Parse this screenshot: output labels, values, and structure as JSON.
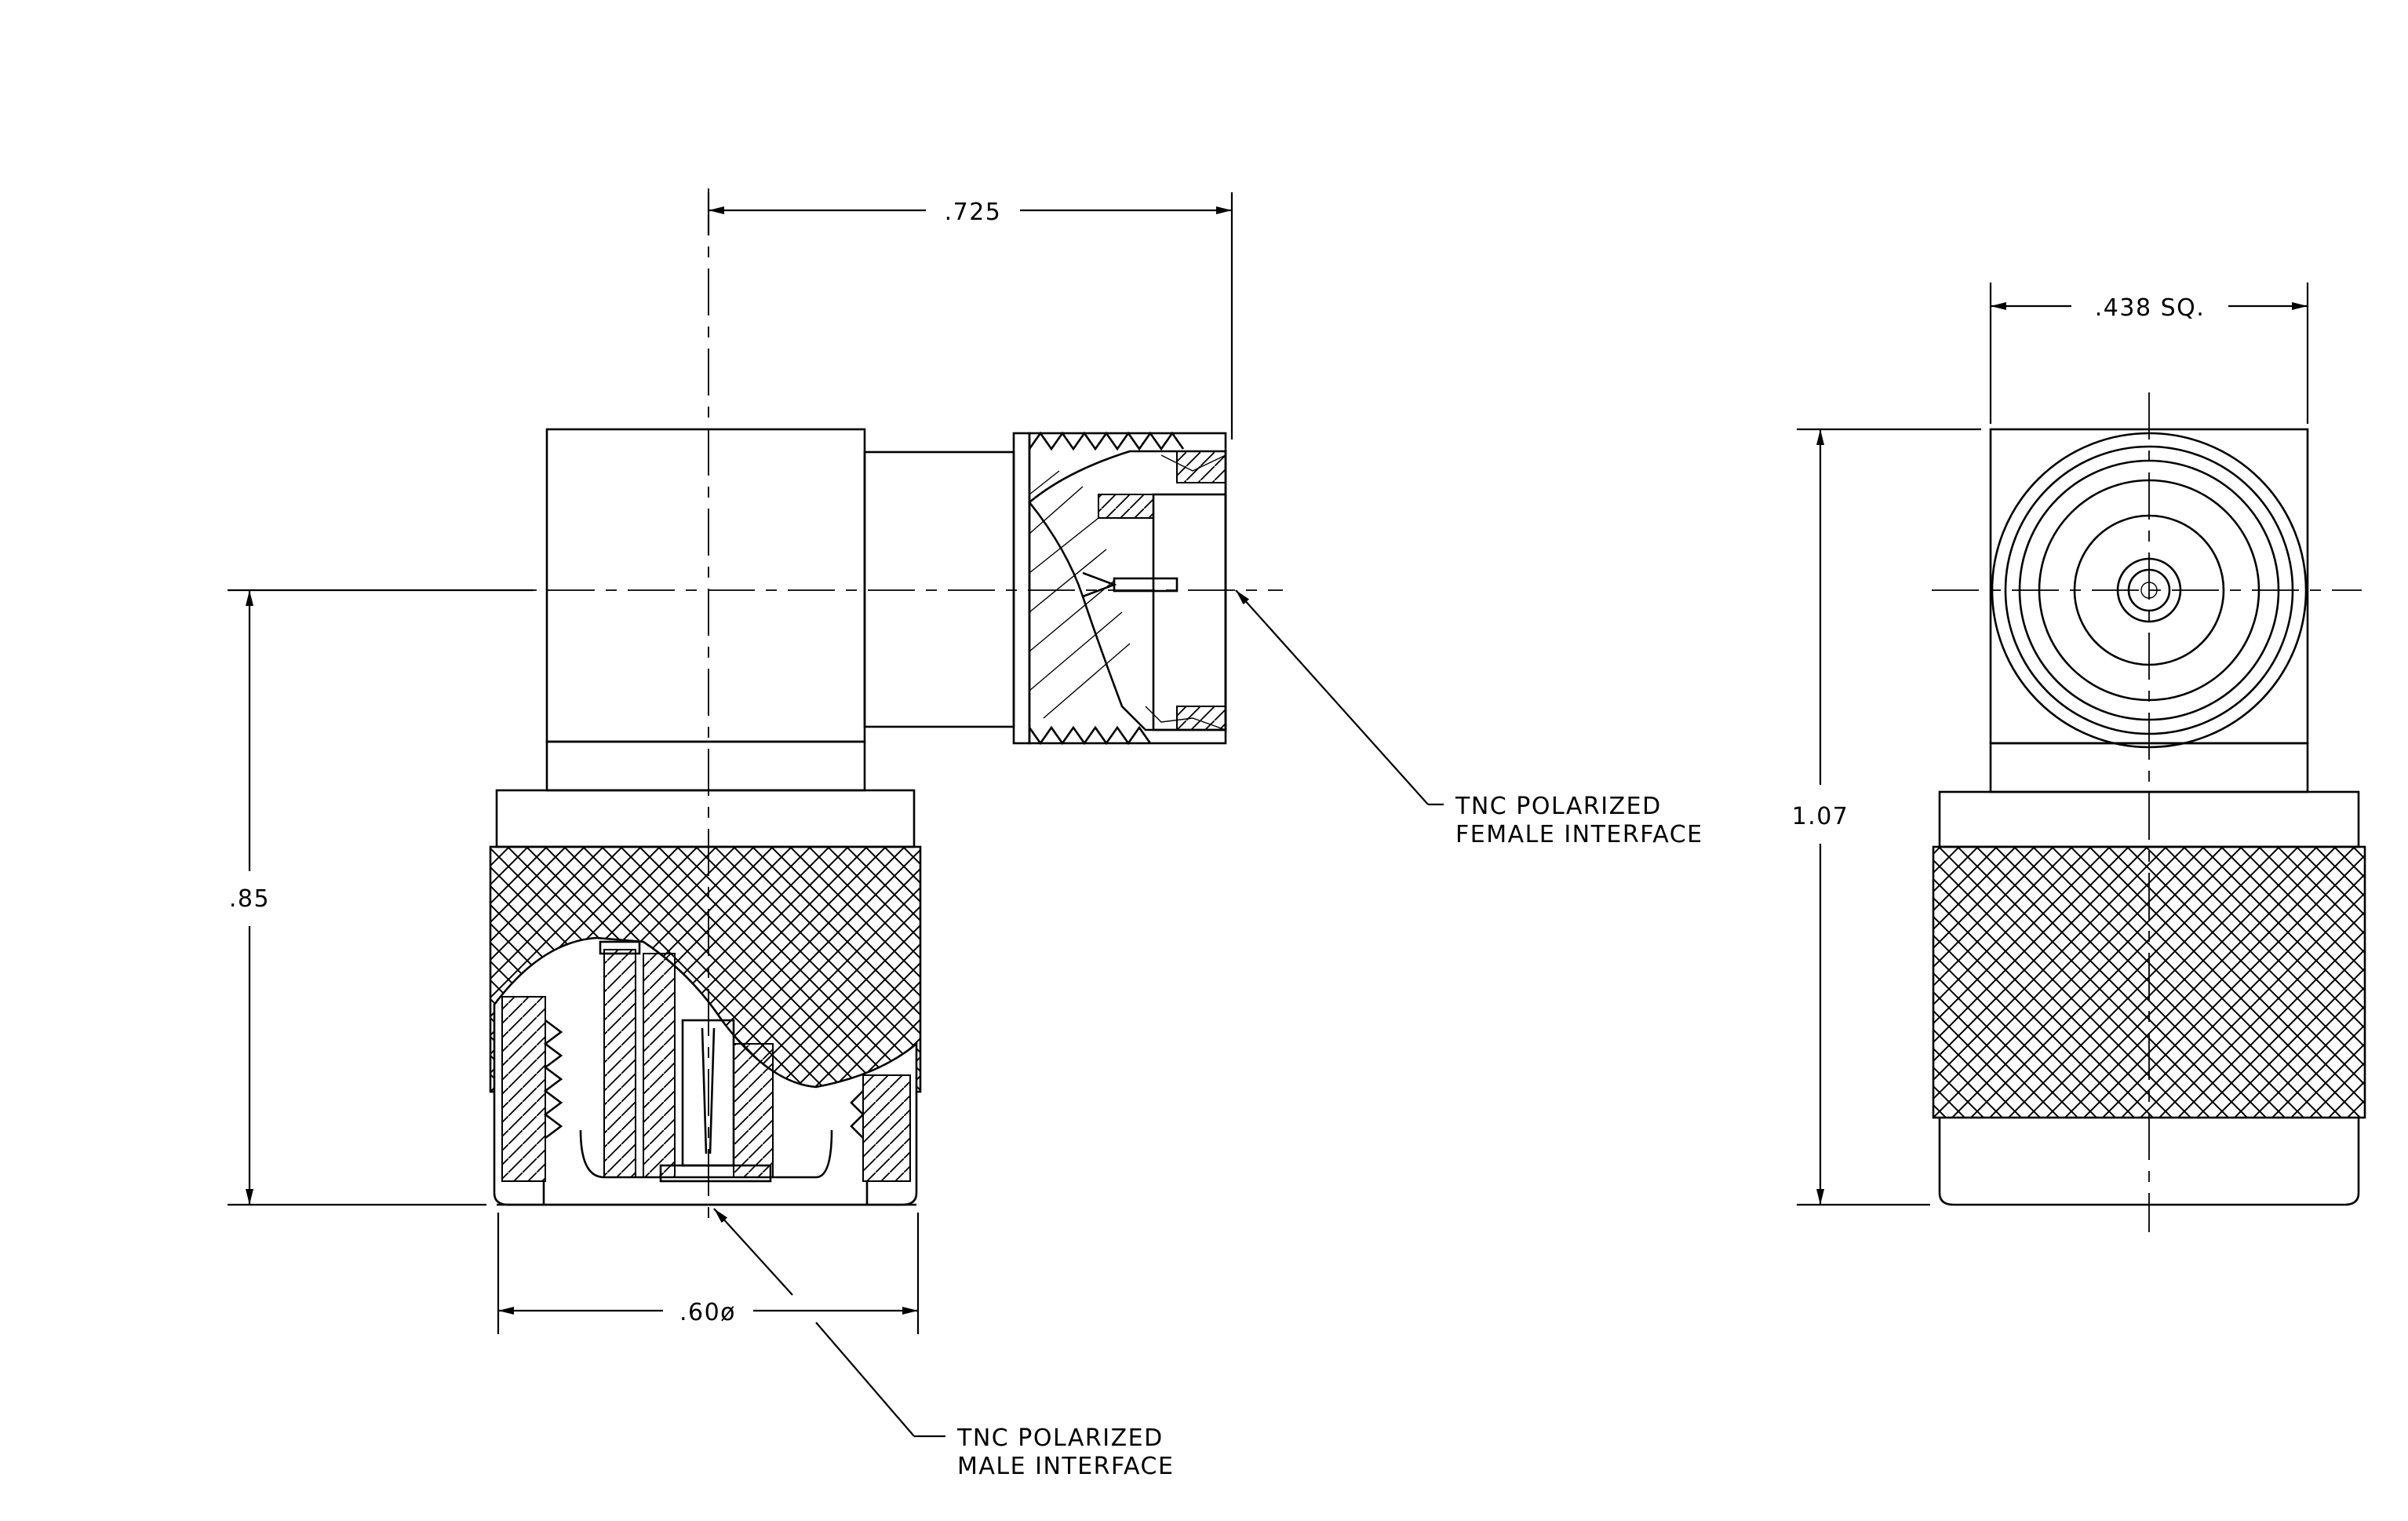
{
  "dimensions": {
    "body_width": ".725",
    "square_size": ".438 SQ.",
    "height_side": ".85",
    "height_front": "1.07",
    "diameter": ".60ø"
  },
  "callouts": {
    "female_line1": "TNC POLARIZED",
    "female_line2": "FEMALE INTERFACE",
    "male_line1": "TNC POLARIZED",
    "male_line2": "MALE INTERFACE"
  }
}
